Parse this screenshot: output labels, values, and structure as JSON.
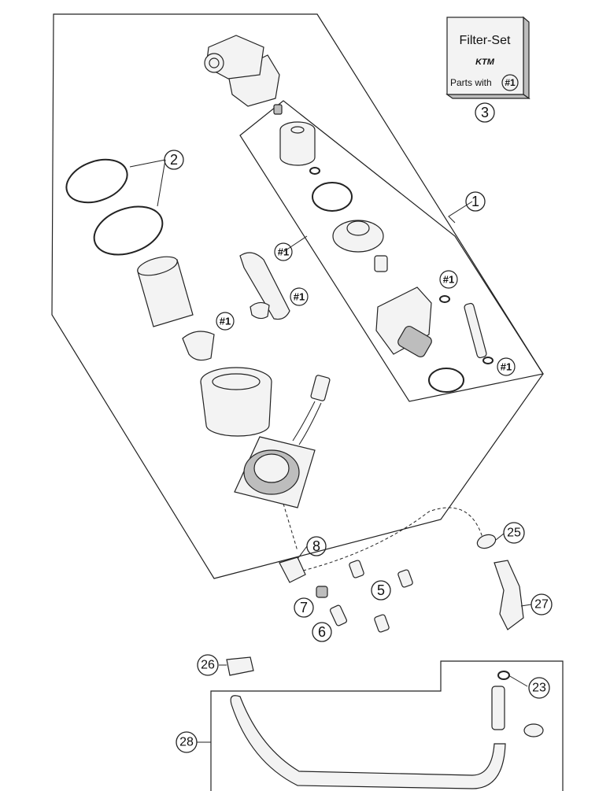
{
  "filter_set": {
    "title": "Filter-Set",
    "brand": "KTM",
    "parts_with_label": "Parts with",
    "parts_with_ref": "#1"
  },
  "callouts": {
    "c1": "1",
    "c2": "2",
    "c3": "3",
    "c5": "5",
    "c6": "6",
    "c7": "7",
    "c8": "8",
    "c23": "23",
    "c25": "25",
    "c26": "26",
    "c27": "27",
    "c28": "28"
  },
  "references": {
    "ref_a": "#1",
    "ref_b": "#1",
    "ref_c": "#1",
    "ref_d": "#1",
    "ref_e": "#1",
    "ref_f": "#1"
  },
  "colors": {
    "line": "#222222",
    "background": "#ffffff",
    "part_fill": "#f3f3f3",
    "part_shadow": "#bdbdbd"
  }
}
